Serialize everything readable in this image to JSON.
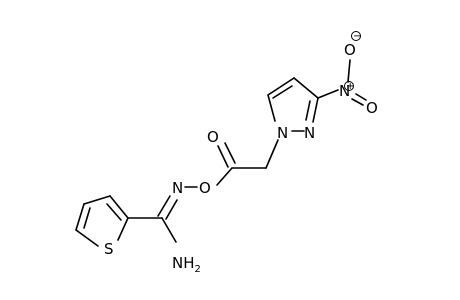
{
  "molecule": {
    "atoms": {
      "o_nitro_top": "O",
      "charge_minus": "−",
      "n_nitro": "N",
      "charge_plus": "+",
      "o_nitro_right": "O",
      "n_pyrazole_1": "N",
      "n_pyrazole_2": "N",
      "o_carbonyl": "O",
      "n_oxime": "N",
      "o_ester": "O",
      "s_thiophene": "S",
      "nh2_n": "NH",
      "nh2_sub": "2"
    }
  }
}
